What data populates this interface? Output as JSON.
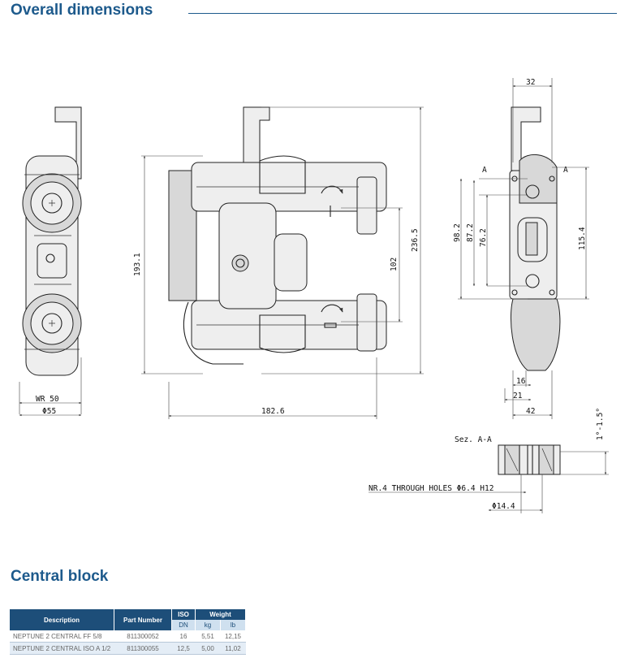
{
  "sections": {
    "overall_title": "Overall dimensions",
    "central_title": "Central block"
  },
  "dimensions": {
    "wr": "WR  50",
    "d55": "Φ55",
    "w1826": "182.6",
    "h1931": "193.1",
    "h2365": "236.5",
    "d102": "102",
    "w32": "32",
    "a_left": "A",
    "a_right": "A",
    "h982": "98.2",
    "h872": "87.2",
    "h762": "76.2",
    "h1154": "115.4",
    "d16": "16",
    "d21": "21",
    "d42": "42",
    "section": "Sez. A-A",
    "angle": "1°-1.5°",
    "holes": "NR.4 THROUGH HOLES Φ6.4 H12",
    "d144": "Φ14.4"
  },
  "table": {
    "headers": {
      "description": "Description",
      "part_number": "Part Number",
      "iso": "ISO",
      "weight": "Weight",
      "dn": "DN",
      "kg": "kg",
      "lb": "lb"
    },
    "rows": [
      {
        "description": "NEPTUNE 2 CENTRAL FF 5/8",
        "part": "811300052",
        "dn": "16",
        "kg": "5,51",
        "lb": "12,15"
      },
      {
        "description": "NEPTUNE 2 CENTRAL ISO A 1/2",
        "part": "811300055",
        "dn": "12,5",
        "kg": "5,00",
        "lb": "11,02"
      }
    ]
  }
}
